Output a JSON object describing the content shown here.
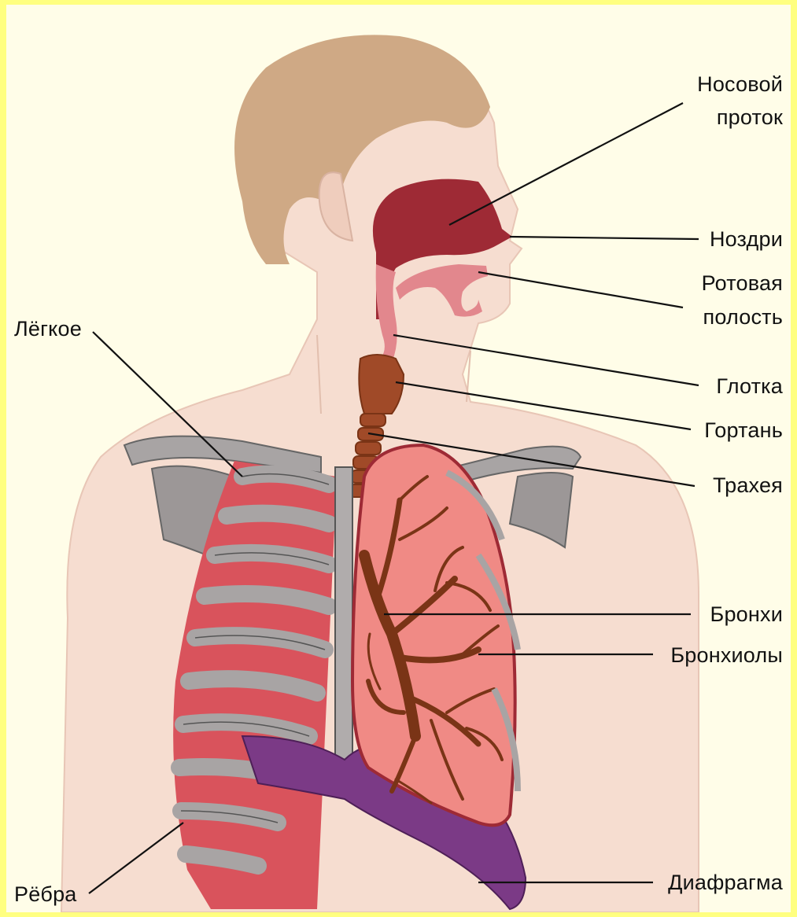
{
  "labels": {
    "nasal_passage_1": "Носовой",
    "nasal_passage_2": "проток",
    "nostrils": "Ноздри",
    "oral_cavity_1": "Ротовая",
    "oral_cavity_2": "полость",
    "pharynx": "Глотка",
    "larynx": "Гортань",
    "trachea": "Трахея",
    "bronchi": "Бронхи",
    "bronchioles": "Бронхиолы",
    "diaphragm": "Диафрагма",
    "lung": "Лёгкое",
    "ribs": "Рёбра"
  },
  "colors": {
    "outer_border": "#ffff80",
    "background": "#fffde8",
    "skin": "#f6ddd0",
    "hair": "#cfa985",
    "airway_dark": "#9e2a35",
    "airway_light": "#e2878d",
    "lung_red": "#d9535c",
    "lung_pink": "#f08a85",
    "bronchi_brown": "#7a3416",
    "trachea_brown": "#a04a28",
    "rib_gray": "#a8a4a4",
    "diaphragm_purple": "#7b3a86"
  }
}
